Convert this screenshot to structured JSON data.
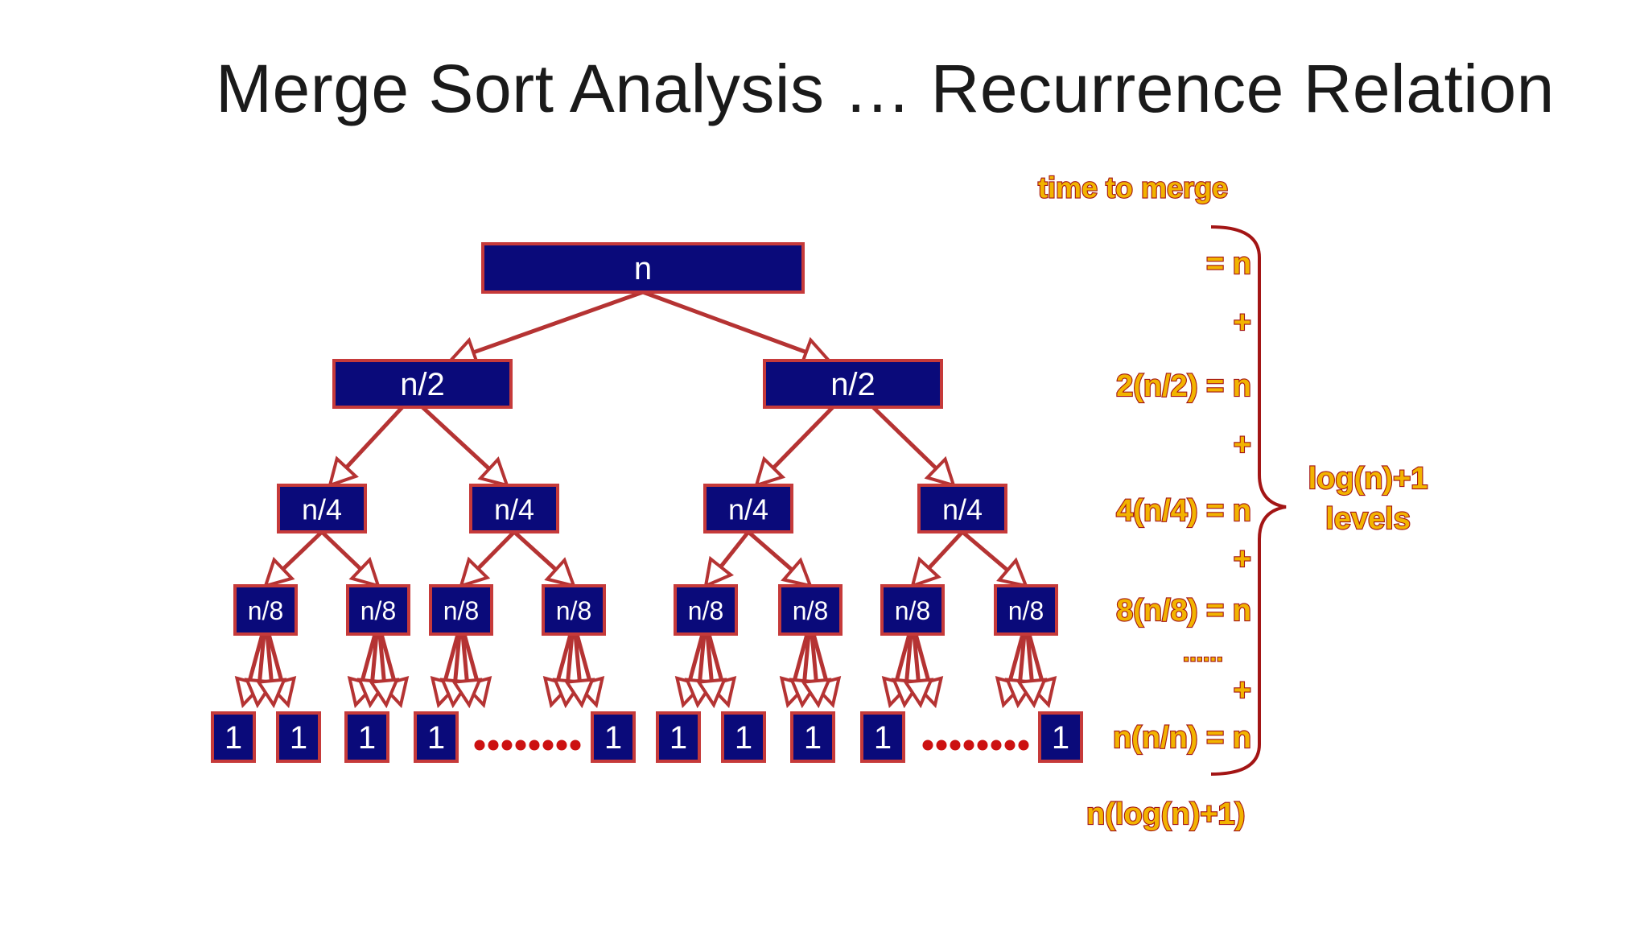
{
  "title": "Merge Sort Analysis … Recurrence Relation",
  "tree": {
    "root": "n",
    "level1": [
      "n/2",
      "n/2"
    ],
    "level2": [
      "n/4",
      "n/4",
      "n/4",
      "n/4"
    ],
    "level3": [
      "n/8",
      "n/8",
      "n/8",
      "n/8",
      "n/8",
      "n/8",
      "n/8",
      "n/8"
    ],
    "leaves": [
      "1",
      "1",
      "1",
      "1",
      "1",
      "1",
      "1",
      "1",
      "1",
      "1"
    ]
  },
  "merge_costs": {
    "header": "time to merge",
    "rows": [
      "= n",
      "+",
      "2(n/2) = n",
      "+",
      "4(n/4) = n",
      "+",
      "8(n/8) = n",
      "......",
      "+",
      "n(n/n) = n"
    ],
    "total": "n(log(n)+1)"
  },
  "levels_label": [
    "log(n)+1",
    "levels"
  ],
  "colors": {
    "node_fill": "#0a0a7a",
    "node_border": "#c63a3a",
    "edge": "#b53333",
    "annotation_fill": "#f2b400",
    "annotation_outline": "#a31515"
  }
}
